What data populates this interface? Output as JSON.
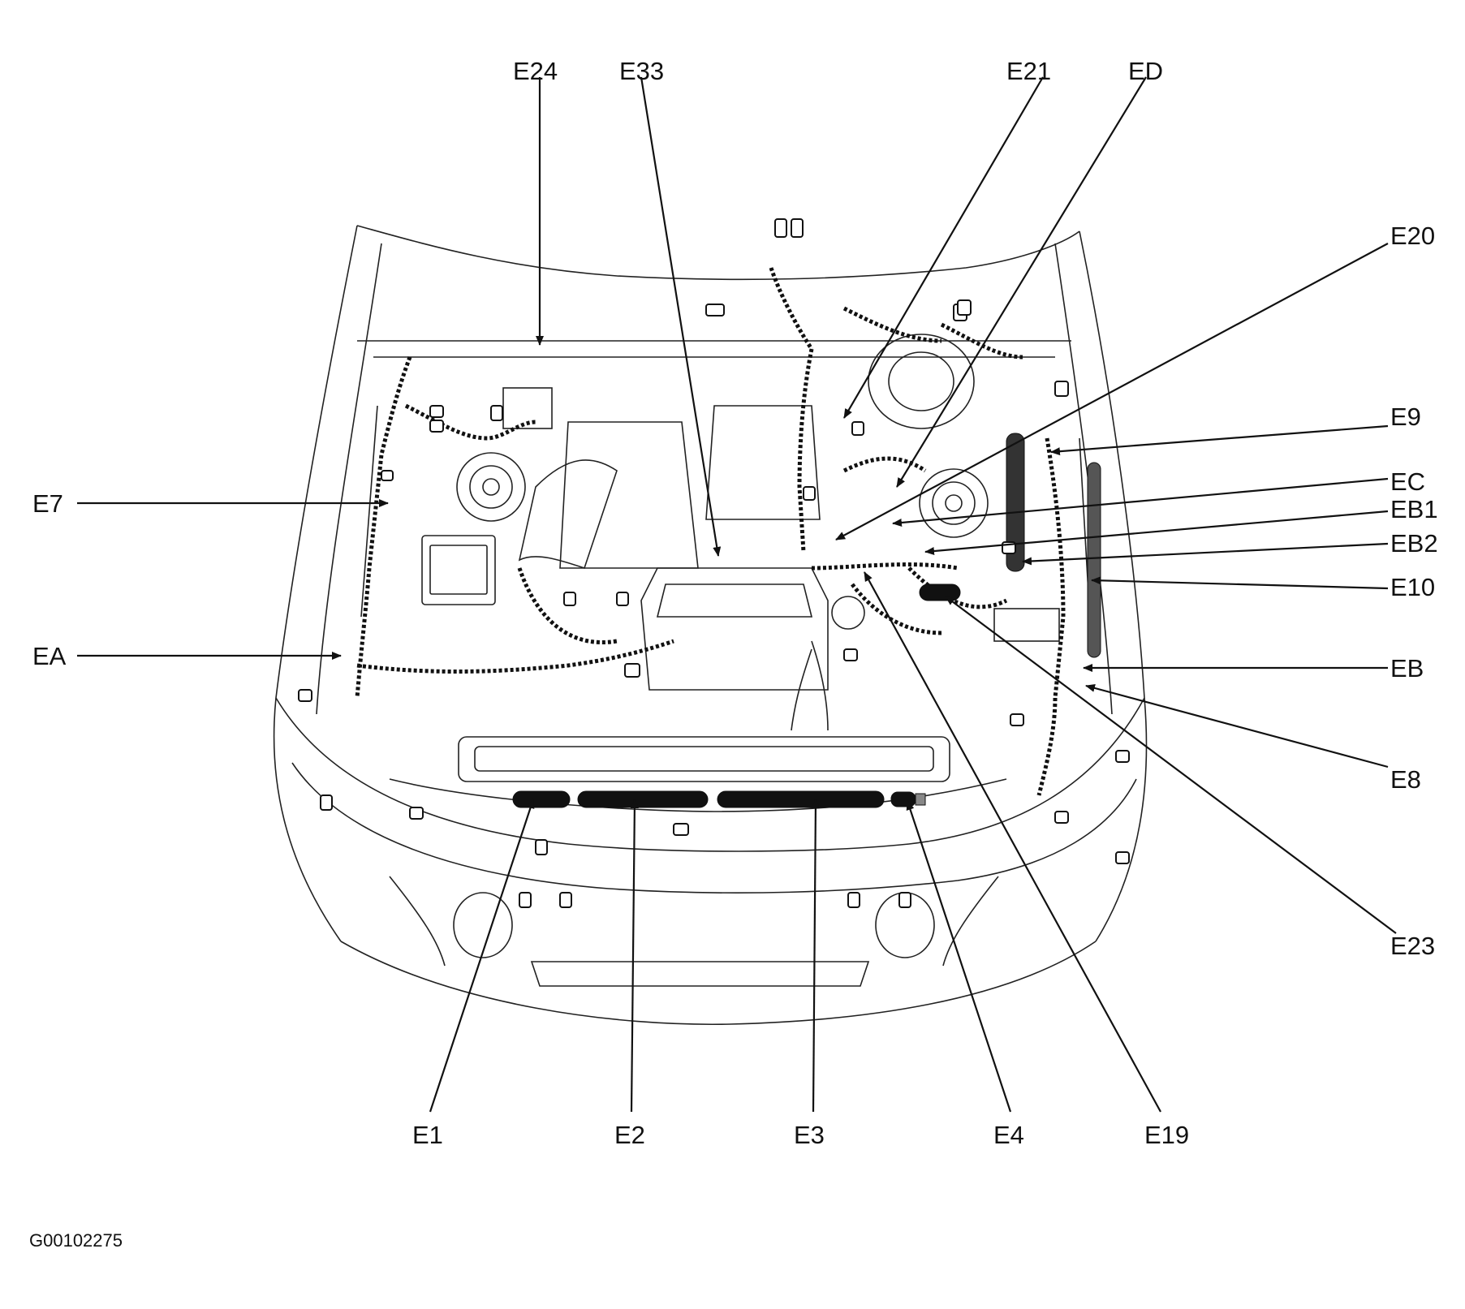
{
  "diagram": {
    "image_code": "G00102275",
    "callouts": {
      "E24": "E24",
      "E33": "E33",
      "E21": "E21",
      "ED": "ED",
      "E20": "E20",
      "E9": "E9",
      "EC": "EC",
      "EB1": "EB1",
      "EB2": "EB2",
      "E10": "E10",
      "EB": "EB",
      "E8": "E8",
      "E23": "E23",
      "E7": "E7",
      "EA": "EA",
      "E1": "E1",
      "E2": "E2",
      "E3": "E3",
      "E4": "E4",
      "E19": "E19"
    }
  }
}
